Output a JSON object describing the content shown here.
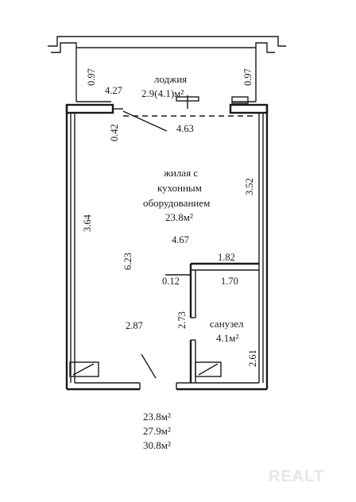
{
  "rooms": {
    "loggia": {
      "name": "лоджия",
      "area": "2.9(4.1)м²"
    },
    "living": {
      "line1": "жилая с",
      "line2": "кухонным",
      "line3": "оборудованием",
      "area": "23.8м²"
    },
    "bathroom": {
      "name": "санузел",
      "area": "4.1м²"
    }
  },
  "dimensions": {
    "loggia_left_height": "0.97",
    "loggia_right_height": "0.97",
    "loggia_width": "4.27",
    "wall_thickness": "0.42",
    "living_top_width": "4.63",
    "living_right_height": "3.52",
    "living_left_height": "3.64",
    "living_full_height": "6.23",
    "living_mid_width": "4.67",
    "bath_top_width": "1.82",
    "bath_offset": "0.12",
    "bath_inner_width": "1.70",
    "hall_height": "2.73",
    "hall_width": "2.87",
    "bath_height": "2.61"
  },
  "totals": {
    "living": "23.8м²",
    "total": "27.9м²",
    "total_with_loggia": "30.8м²"
  },
  "watermark": "REALT"
}
